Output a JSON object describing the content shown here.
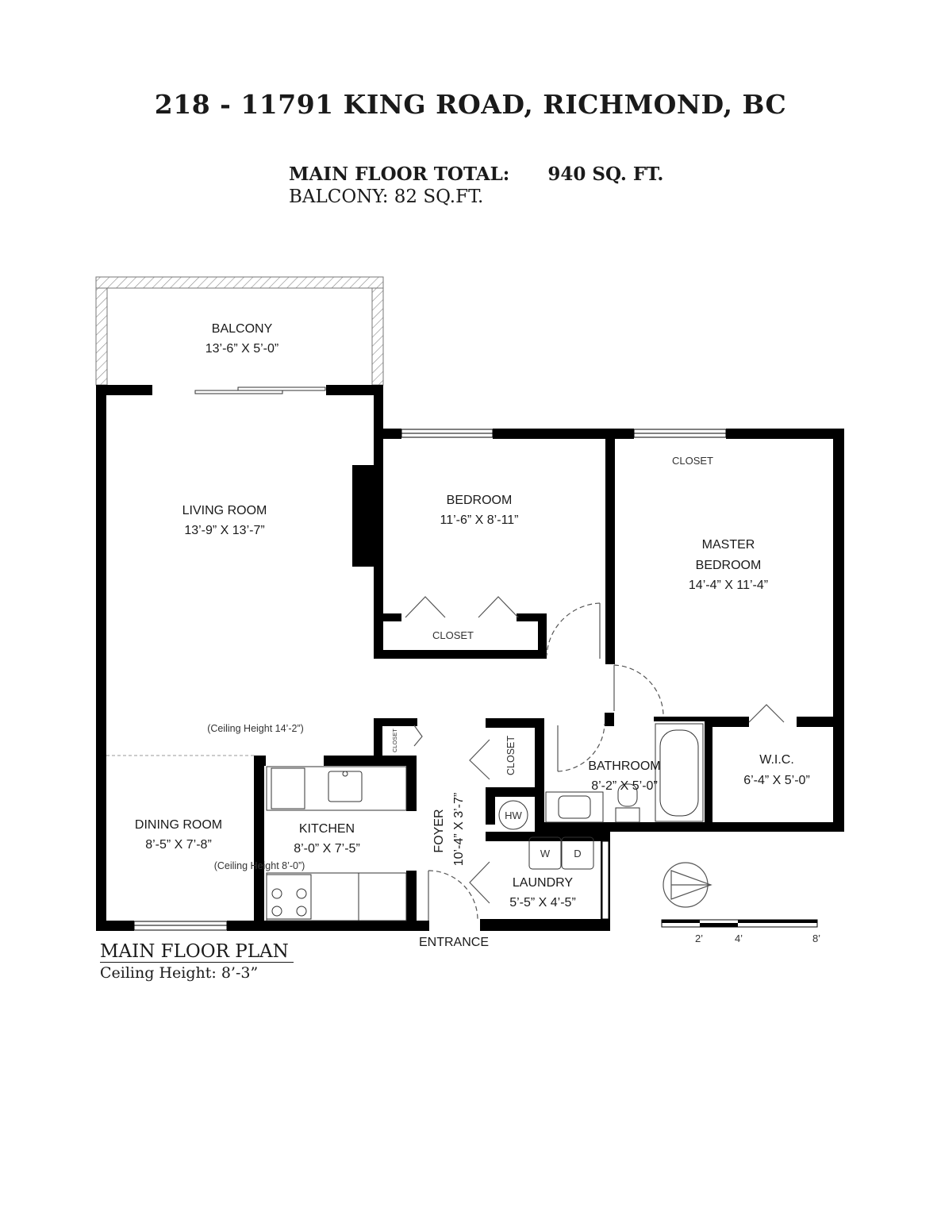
{
  "header": {
    "address": "218 - 11791 KING ROAD, RICHMOND, BC",
    "main_floor_total_label": "MAIN FLOOR TOTAL:",
    "main_floor_total_value": "940 SQ. FT.",
    "balcony_total": "BALCONY: 82 SQ.FT."
  },
  "rooms": {
    "balcony": {
      "name": "BALCONY",
      "size": "13’-6” X 5’-0”"
    },
    "living_room": {
      "name": "LIVING ROOM",
      "size": "13’-9” X  13’-7”"
    },
    "bedroom": {
      "name": "BEDROOM",
      "size": "11’-6” X 8’-11”"
    },
    "master_bedroom": {
      "name_line1": "MASTER",
      "name_line2": "BEDROOM",
      "size": "14’-4” X 11’-4”"
    },
    "dining_room": {
      "name": "DINING ROOM",
      "size": "8’-5” X 7’-8”"
    },
    "kitchen": {
      "name": "KITCHEN",
      "size": "8’-0” X 7’-5”"
    },
    "bathroom": {
      "name": "BATHROOM",
      "size": "8’-2” X 5’-0”"
    },
    "wic": {
      "name": "W.I.C.",
      "size": "6’-4” X 5’-0”"
    },
    "laundry": {
      "name": "LAUNDRY",
      "size": "5’-5” X 4’-5”"
    },
    "foyer": {
      "name": "FOYER",
      "size": "10’-4” X 3’-7”"
    }
  },
  "labels": {
    "closet": "CLOSET",
    "ceiling_living": "(Ceiling Height 14’-2”)",
    "ceiling_kitchen": "(Ceiling Height 8’-0”)",
    "entrance": "ENTRANCE",
    "hw": "HW",
    "washer": "W",
    "dryer": "D"
  },
  "scale_bar": {
    "ticks": [
      "2’",
      "4’",
      "8’"
    ]
  },
  "footer": {
    "plan_title": "MAIN FLOOR PLAN",
    "ceiling_height": "Ceiling Height: 8’-3”"
  }
}
